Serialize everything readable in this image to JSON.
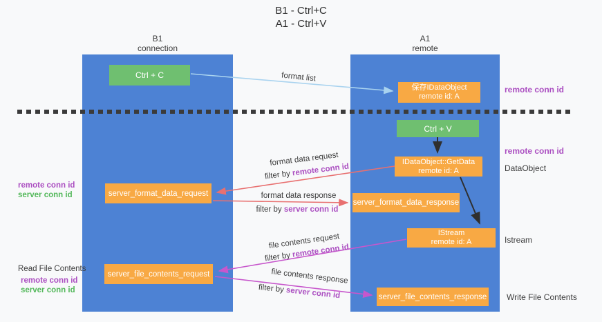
{
  "title": {
    "line1": "B1 - Ctrl+C",
    "line2": "A1 - Ctrl+V"
  },
  "lanes": {
    "left": {
      "name": "B1",
      "role": "connection"
    },
    "right": {
      "name": "A1",
      "role": "remote"
    }
  },
  "nodes": {
    "ctrl_c": {
      "label": "Ctrl + C"
    },
    "ctrl_v": {
      "label": "Ctrl + V"
    },
    "save_dataobject": {
      "line1": "保存IDataObject",
      "line2": "remote id: A"
    },
    "getdata": {
      "line1": "IDataObject::GetData",
      "line2": "remote id: A"
    },
    "istream": {
      "line1": "IStream",
      "line2": "remote id: A"
    },
    "server_format_data_request": {
      "label": "server_format_data_request"
    },
    "server_format_data_response": {
      "label": "server_format_data_response"
    },
    "server_file_contents_request": {
      "label": "server_file_contents_request"
    },
    "server_file_contents_response": {
      "label": "server_file_contents_response"
    }
  },
  "edges": {
    "format_list": {
      "label": "format list"
    },
    "format_data_request": {
      "label": "format data request",
      "filter_prefix": "filter by ",
      "filter_key": "remote conn id"
    },
    "format_data_response": {
      "label": "format data response",
      "filter_prefix": "filter by ",
      "filter_key": "server conn id"
    },
    "file_contents_request": {
      "label": "file contents request",
      "filter_prefix": "filter by ",
      "filter_key": "remote conn id"
    },
    "file_contents_response": {
      "label": "file contents response",
      "filter_prefix": "filter by ",
      "filter_key": "server conn id"
    }
  },
  "annotations": {
    "remote_conn_id_top": "remote conn id",
    "remote_conn_id_mid": "remote conn id",
    "dataobject": "DataObject",
    "istream": "Istream",
    "write_file_contents": "Write File Contents",
    "read_file_contents": "Read File Contents",
    "legend_remote_conn_id": "remote conn id",
    "legend_server_conn_id": "server conn id"
  },
  "colors": {
    "lane_blue": "#4d82d4",
    "action_green": "#6fbf70",
    "message_orange": "#f8a944",
    "remote_conn_text": "#ab4fc1",
    "server_conn_text": "#53b85a",
    "format_list_arrow": "#a9d3ef",
    "format_data_arrow": "#e87070",
    "file_contents_arrow": "#c757cc",
    "sequence_arrow": "#2f2f2f",
    "divider": "#3b3b3b",
    "background": "#f8f9fa"
  }
}
